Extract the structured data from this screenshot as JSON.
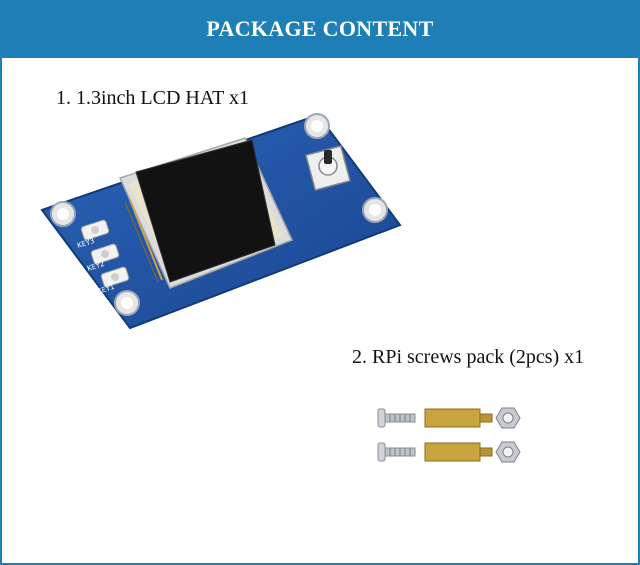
{
  "header": {
    "title": "PACKAGE CONTENT"
  },
  "items": [
    {
      "label": "1. 1.3inch LCD HAT x1"
    },
    {
      "label": "2. RPi screws pack (2pcs) x1"
    }
  ],
  "board": {
    "keys": [
      "KEY3",
      "KEY2",
      "KEY1"
    ]
  },
  "colors": {
    "header": "#1d7fb6",
    "pcb": "#1e4fa3",
    "brass": "#c9a441",
    "steel": "#b8bcc0"
  }
}
